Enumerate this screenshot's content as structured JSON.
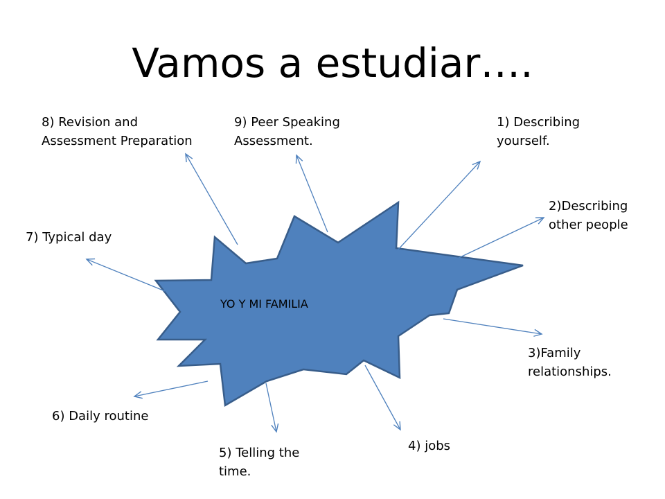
{
  "slide": {
    "title": "Vamos a estudiar….",
    "center": "YO Y MI FAMILIA",
    "topics": [
      "1) Describing\nyourself.",
      "2)Describing\nother people",
      "3)Family\nrelationships.",
      "4) jobs",
      "5) Telling the\ntime.",
      "6) Daily routine",
      "7) Typical day",
      "8) Revision and\nAssessment Preparation",
      "9) Peer Speaking\nAssessment."
    ]
  },
  "colors": {
    "starFill": "#4f81bd",
    "starStroke": "#385d8a",
    "arrow": "#4f81bd",
    "text": "#000000"
  }
}
